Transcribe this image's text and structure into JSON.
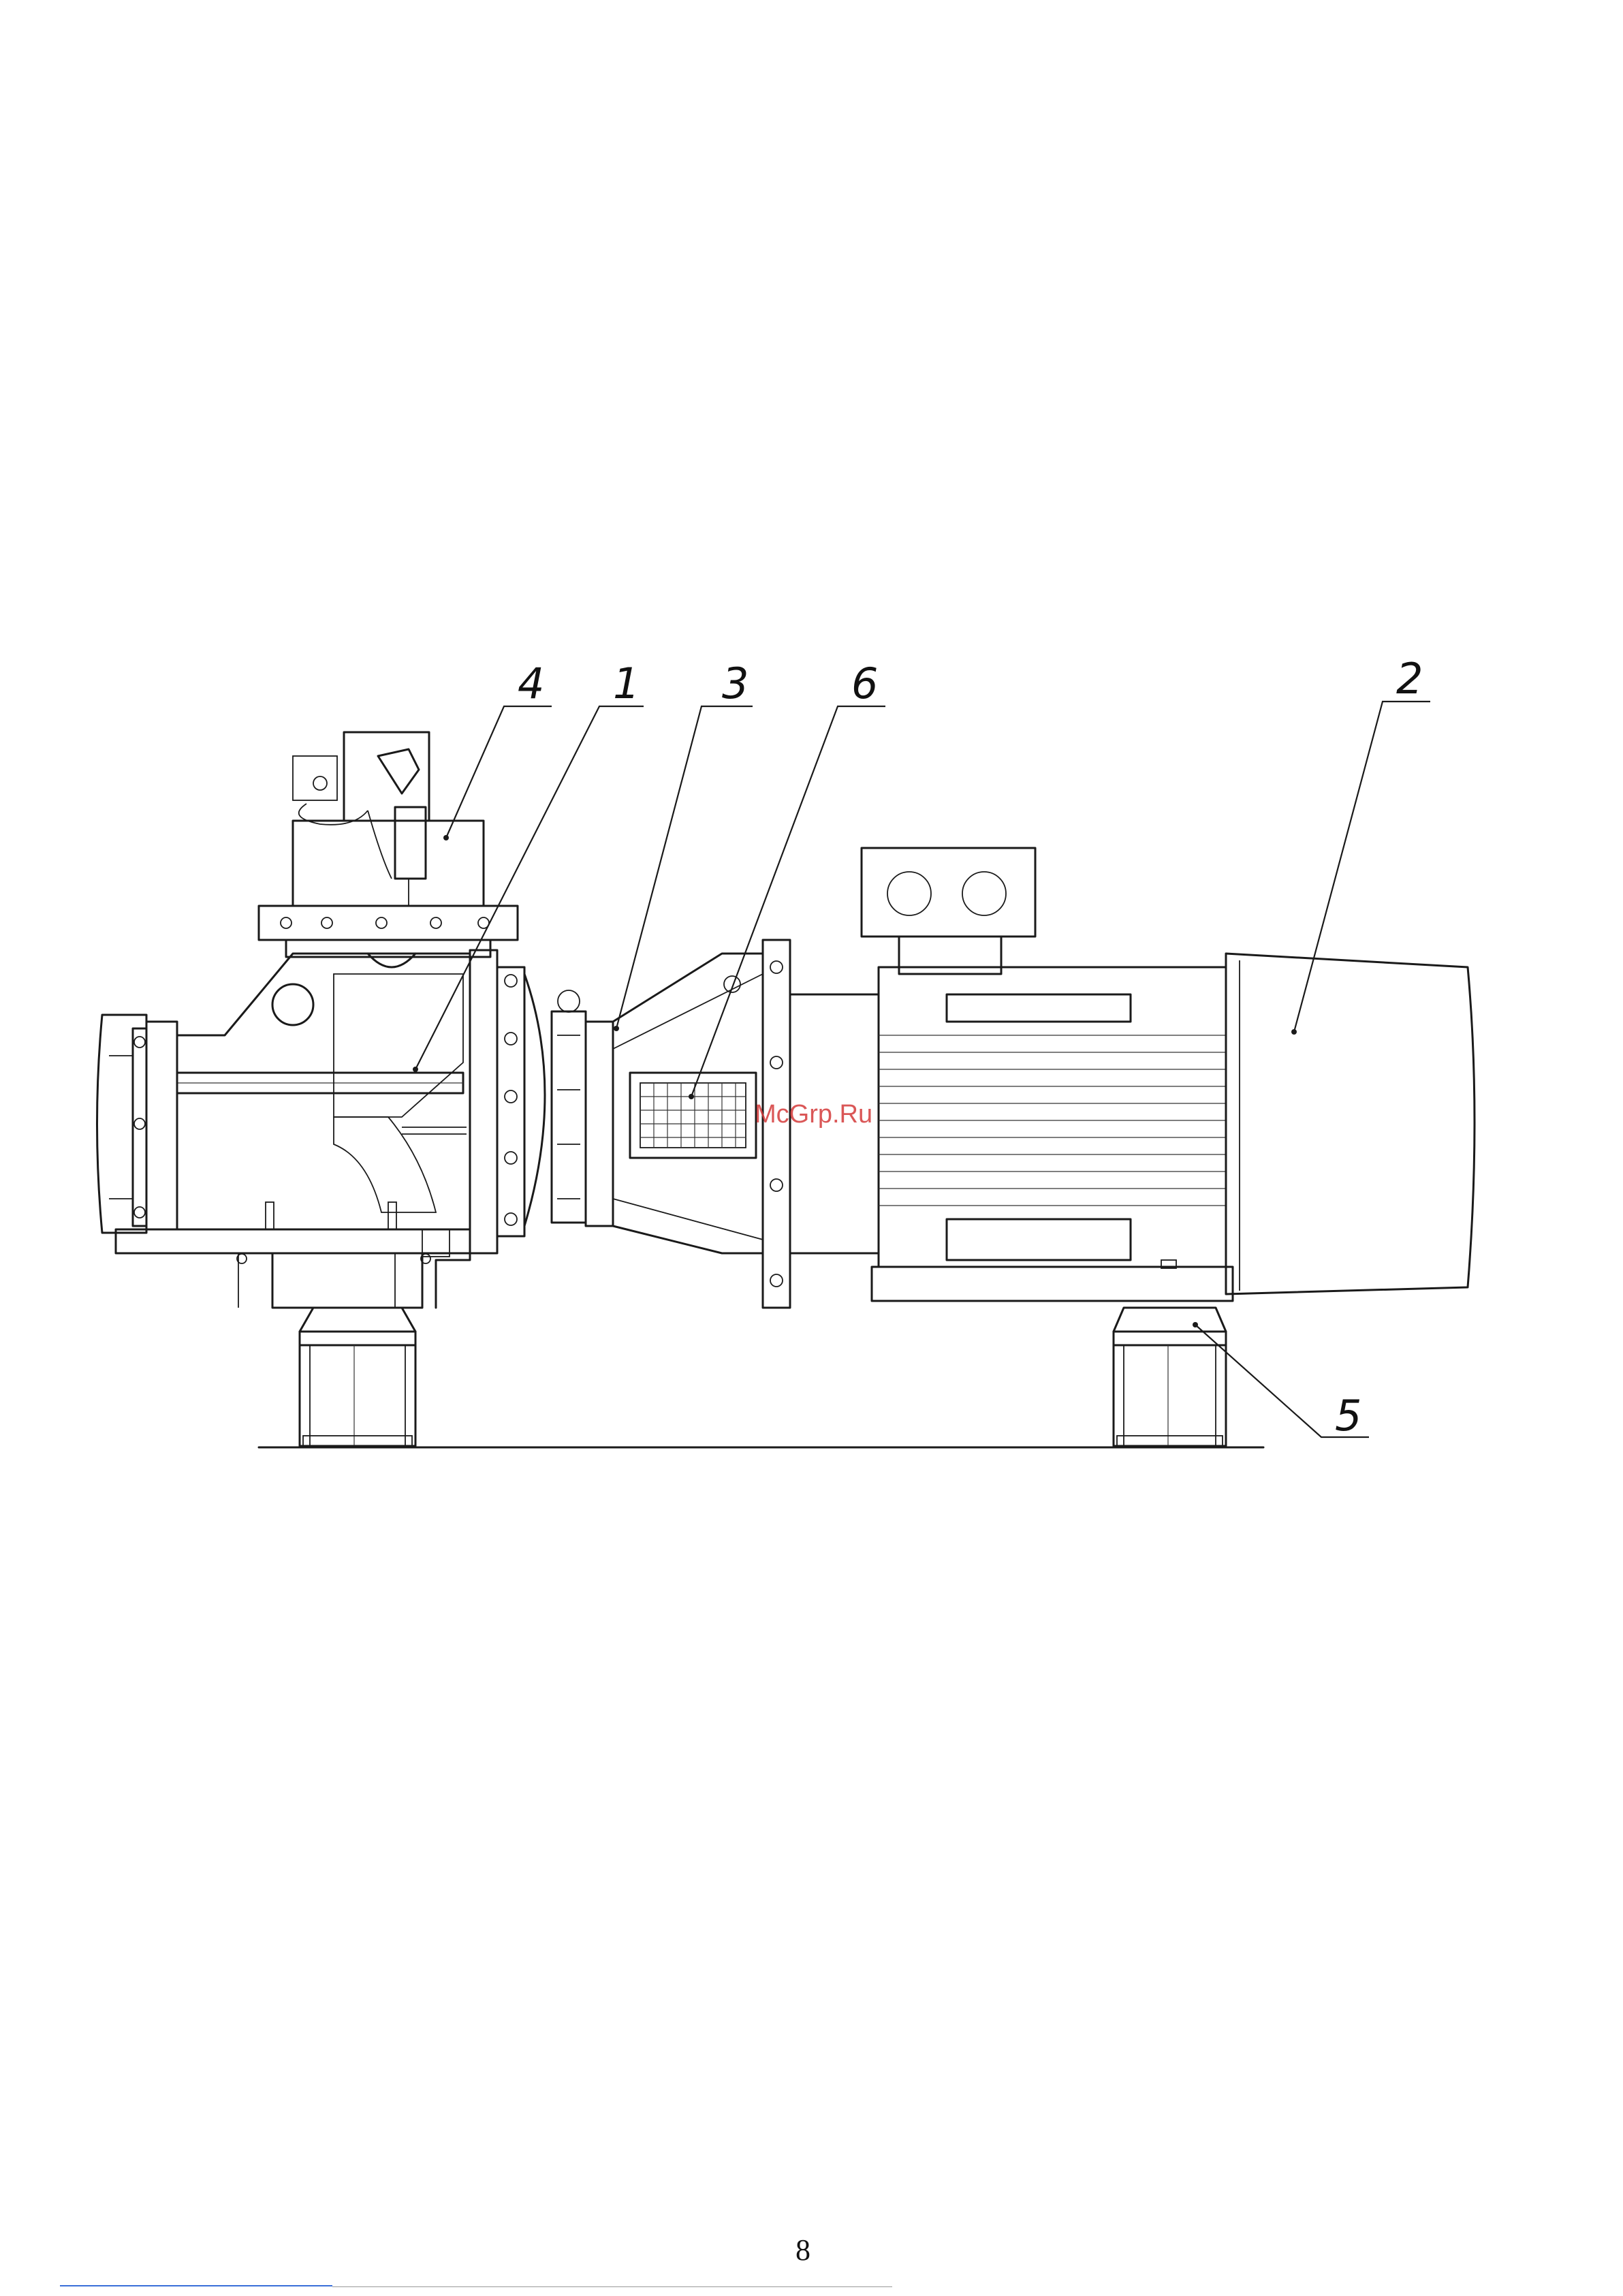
{
  "drawing": {
    "callouts": [
      {
        "label": "4"
      },
      {
        "label": "1"
      },
      {
        "label": "3"
      },
      {
        "label": "6"
      },
      {
        "label": "2"
      },
      {
        "label": "5"
      }
    ],
    "watermark": "McGrp.Ru"
  },
  "footer": {
    "page_number": "8"
  }
}
